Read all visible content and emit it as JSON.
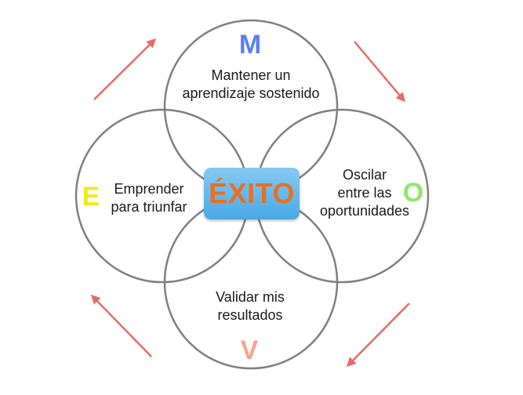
{
  "diagram": {
    "center": {
      "label": "ÉXITO"
    },
    "nodes": [
      {
        "id": "m",
        "letter": "M",
        "letter_color": "#5b7ef0",
        "text": "Mantener un\naprendizaje sostenido"
      },
      {
        "id": "o",
        "letter": "O",
        "letter_color": "#8ee86b",
        "text": "Oscilar\nentre las\noportunidades"
      },
      {
        "id": "v",
        "letter": "V",
        "letter_color": "#f4a58a",
        "text": "Validar mis\nresultados"
      },
      {
        "id": "e",
        "letter": "E",
        "letter_color": "#f2ea18",
        "text": "Emprender\npara triunfar"
      }
    ],
    "circle_stroke": "#808080",
    "arrow_color": "#e96a66"
  }
}
